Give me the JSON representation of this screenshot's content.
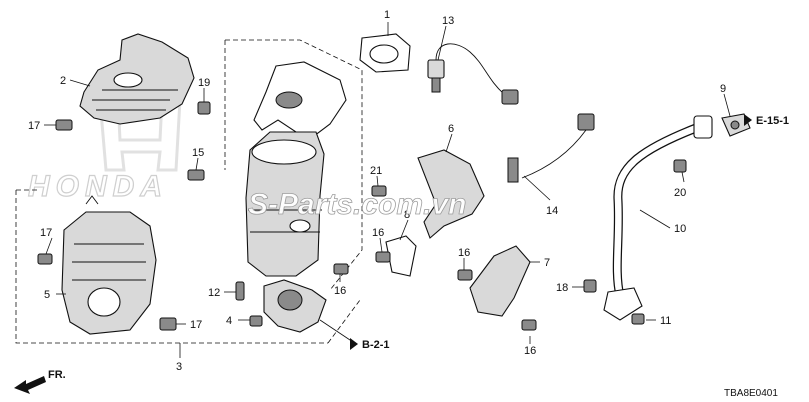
{
  "watermark": {
    "site_text": "S-Parts.com.vn",
    "brand_text": "HONDA",
    "brand_color": "#c8c8c8",
    "site_color": "#ffffff"
  },
  "callouts": {
    "p1": "1",
    "p2": "2",
    "p3": "3",
    "p4": "4",
    "p5": "5",
    "p6": "6",
    "p7": "7",
    "p8": "8",
    "p9": "9",
    "p10": "10",
    "p11": "11",
    "p12": "12",
    "p13": "13",
    "p14": "14",
    "p15": "15",
    "p16a": "16",
    "p16b": "16",
    "p16c": "16",
    "p16d": "16",
    "p17a": "17",
    "p17b": "17",
    "p17c": "17",
    "p18": "18",
    "p19": "19",
    "p20": "20",
    "p21": "21"
  },
  "references": {
    "b21": "B-2-1",
    "e151": "E-15-1",
    "fr": "FR."
  },
  "diagram_code": "TBA8E0401"
}
